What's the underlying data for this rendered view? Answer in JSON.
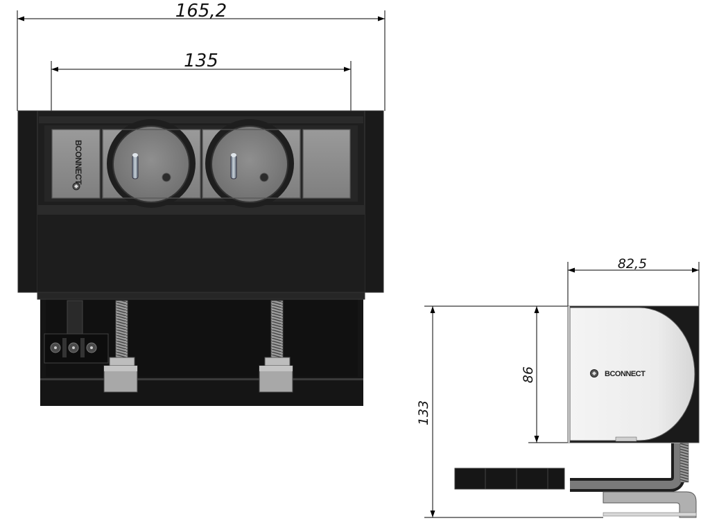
{
  "brand": "BCONNECT",
  "front_view": {
    "dimension_overall": "165,2",
    "dimension_inner": "135",
    "modules": [
      "brand-plate",
      "socket-french",
      "socket-french",
      "blank-plate"
    ]
  },
  "side_view": {
    "dimension_depth": "82,5",
    "dimension_body_height": "86",
    "dimension_total_height": "133"
  },
  "colors": {
    "housing": "#1e1e1e",
    "module_plate": "#8c8c8c",
    "side_cover": "#efefef",
    "dimension_line": "#000000"
  }
}
